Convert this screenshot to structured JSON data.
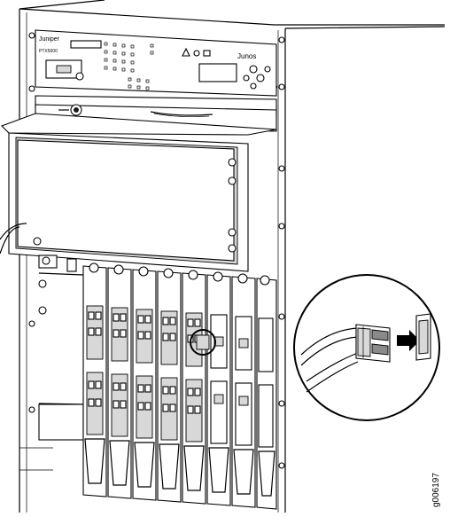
{
  "brand": {
    "vendor_logo_text": "Juniper",
    "model_text": "PTX5000",
    "os_logo_text": "Junos"
  },
  "figure_id": "g006197",
  "chassis": {
    "fpc_slot_count": 8
  }
}
